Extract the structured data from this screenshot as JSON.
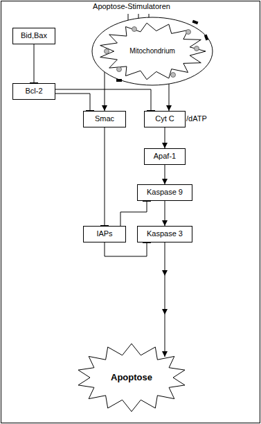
{
  "diagram": {
    "nodes": [
      {
        "text": [
          "Mitochondrium"
        ]
      },
      {
        "text": [
          "Bid,Bax"
        ]
      },
      {
        "text": [
          "Bcl-2"
        ]
      },
      {
        "text": [
          "Smac"
        ]
      },
      {
        "text": [
          "Cyt C",
          "/dATP"
        ]
      },
      {
        "text": [
          "Apaf-1"
        ]
      },
      {
        "text": [
          "Kaspase 9"
        ]
      },
      {
        "text": [
          "IAPs"
        ]
      },
      {
        "text": [
          "Kaspase 3"
        ]
      },
      {
        "text": [
          "Apoptose"
        ]
      }
    ],
    "edges": [
      {
        "from": 1,
        "to": 2,
        "arrow": "to"
      },
      {
        "from": 2,
        "to": 3,
        "arrow": "to"
      },
      {
        "from": 2,
        "to": 4,
        "arrow": "to"
      },
      {
        "from": 0,
        "to": 3,
        "arrow": "to"
      },
      {
        "from": 0,
        "to": 4,
        "arrow": "to"
      },
      {
        "from": 3,
        "to": 7,
        "arrow": "to"
      },
      {
        "from": 4,
        "to": 5,
        "arrow": "to"
      },
      {
        "from": 5,
        "to": 6,
        "arrow": "to"
      },
      {
        "from": 6,
        "to": 8,
        "arrow": "to"
      },
      {
        "from": 7,
        "to": 6,
        "arrow": "to"
      },
      {
        "from": 7,
        "to": 8,
        "arrow": "to"
      },
      {
        "from": 8,
        "to": 9,
        "arrow": "to"
      }
    ],
    "labels": [
      "Apoptose-Stimulatoren"
    ]
  }
}
